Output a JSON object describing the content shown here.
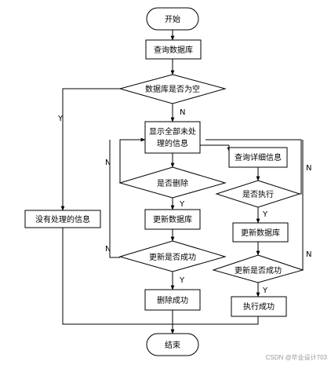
{
  "flowchart": {
    "start": "开始",
    "query_db": "查询数据库",
    "is_db_empty": "数据库是否为空",
    "show_all_line1": "显示全部未处",
    "show_all_line2": "理的信息",
    "no_info": "没有处理的信息",
    "is_delete": "是否删除",
    "update_db_left": "更新数据库",
    "update_ok_left": "更新是否成功",
    "delete_ok": "删除成功",
    "query_detail": "查询详细信息",
    "is_execute": "是否执行",
    "update_db_right": "更新数据库",
    "update_ok_right": "更新是否成功",
    "execute_ok": "执行成功",
    "end": "结束"
  },
  "edge_labels": {
    "empty_yes": "Y",
    "empty_no": "N",
    "delete_yes": "Y",
    "delete_no": "N",
    "update_left_yes": "Y",
    "update_left_no": "N",
    "execute_yes": "Y",
    "execute_no": "N",
    "update_right_yes": "Y",
    "update_right_no": "N"
  },
  "watermark": "CSDN @毕业设计703"
}
